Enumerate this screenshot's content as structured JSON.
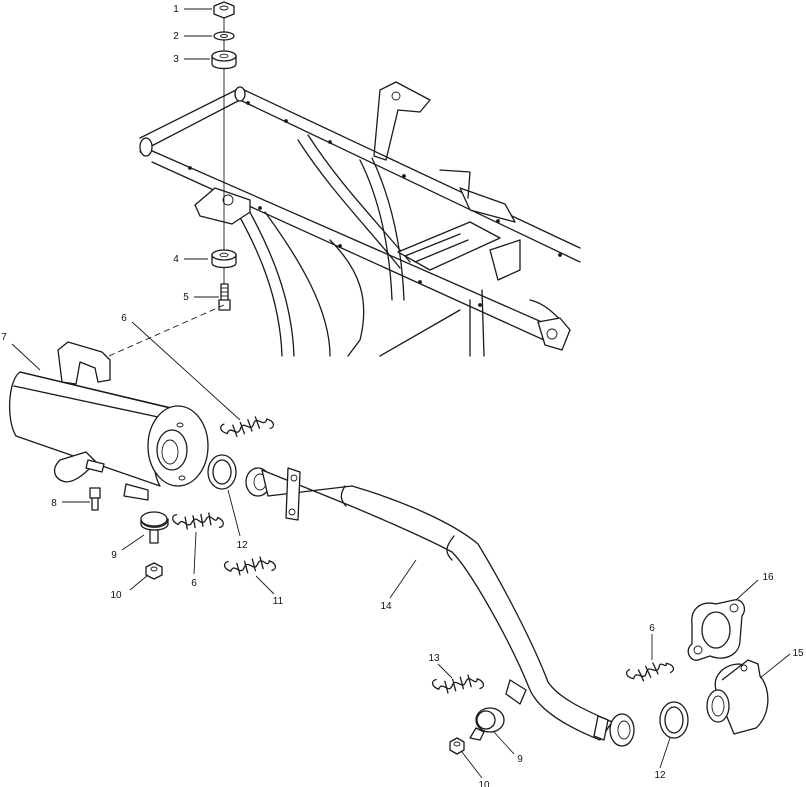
{
  "callouts": [
    {
      "n": "1"
    },
    {
      "n": "2"
    },
    {
      "n": "3"
    },
    {
      "n": "4"
    },
    {
      "n": "5"
    },
    {
      "n": "6"
    },
    {
      "n": "7"
    },
    {
      "n": "8"
    },
    {
      "n": "9"
    },
    {
      "n": "6"
    },
    {
      "n": "10"
    },
    {
      "n": "11"
    },
    {
      "n": "12"
    },
    {
      "n": "14"
    },
    {
      "n": "16"
    },
    {
      "n": "15"
    },
    {
      "n": "6"
    },
    {
      "n": "13"
    },
    {
      "n": "9"
    },
    {
      "n": "10"
    },
    {
      "n": "12"
    }
  ],
  "colors": {
    "line": "#1a1a1a",
    "background": "#ffffff"
  }
}
